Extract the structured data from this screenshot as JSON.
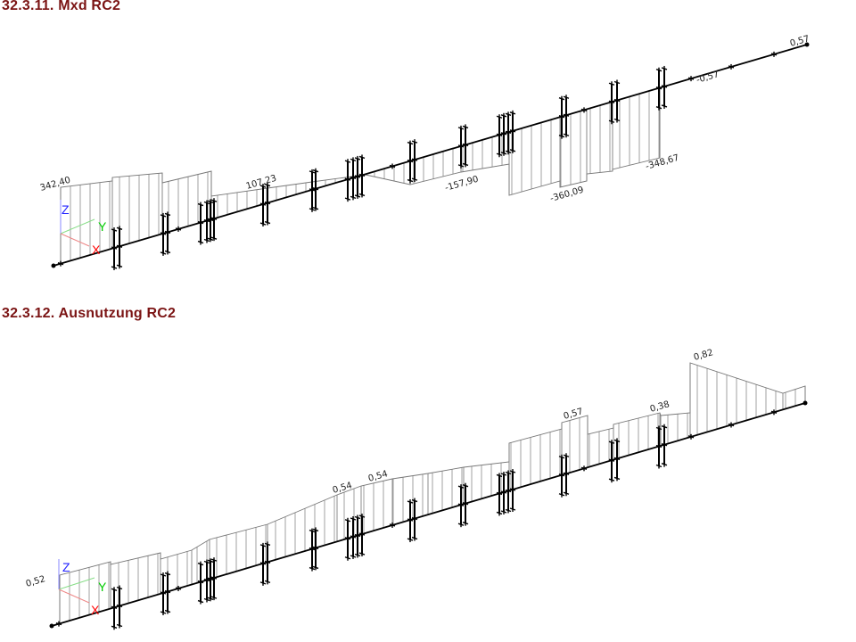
{
  "sections": [
    {
      "title": "32.3.11. Mxd RC2",
      "labels": [
        "342,40",
        "107,23",
        "-157,90",
        "-360,09",
        "-348,67",
        "-0,57",
        "0,57"
      ]
    },
    {
      "title": "32.3.12. Ausnutzung RC2",
      "labels": [
        "0,52",
        "0,54",
        "0,54",
        "0,57",
        "0,38",
        "0,82"
      ]
    }
  ],
  "axes": {
    "x": "X",
    "y": "Y",
    "z": "Z"
  },
  "colors": {
    "title": "#7b1414",
    "x_axis": "#ff0000",
    "y_axis": "#00cc00",
    "z_axis": "#2222ff"
  }
}
